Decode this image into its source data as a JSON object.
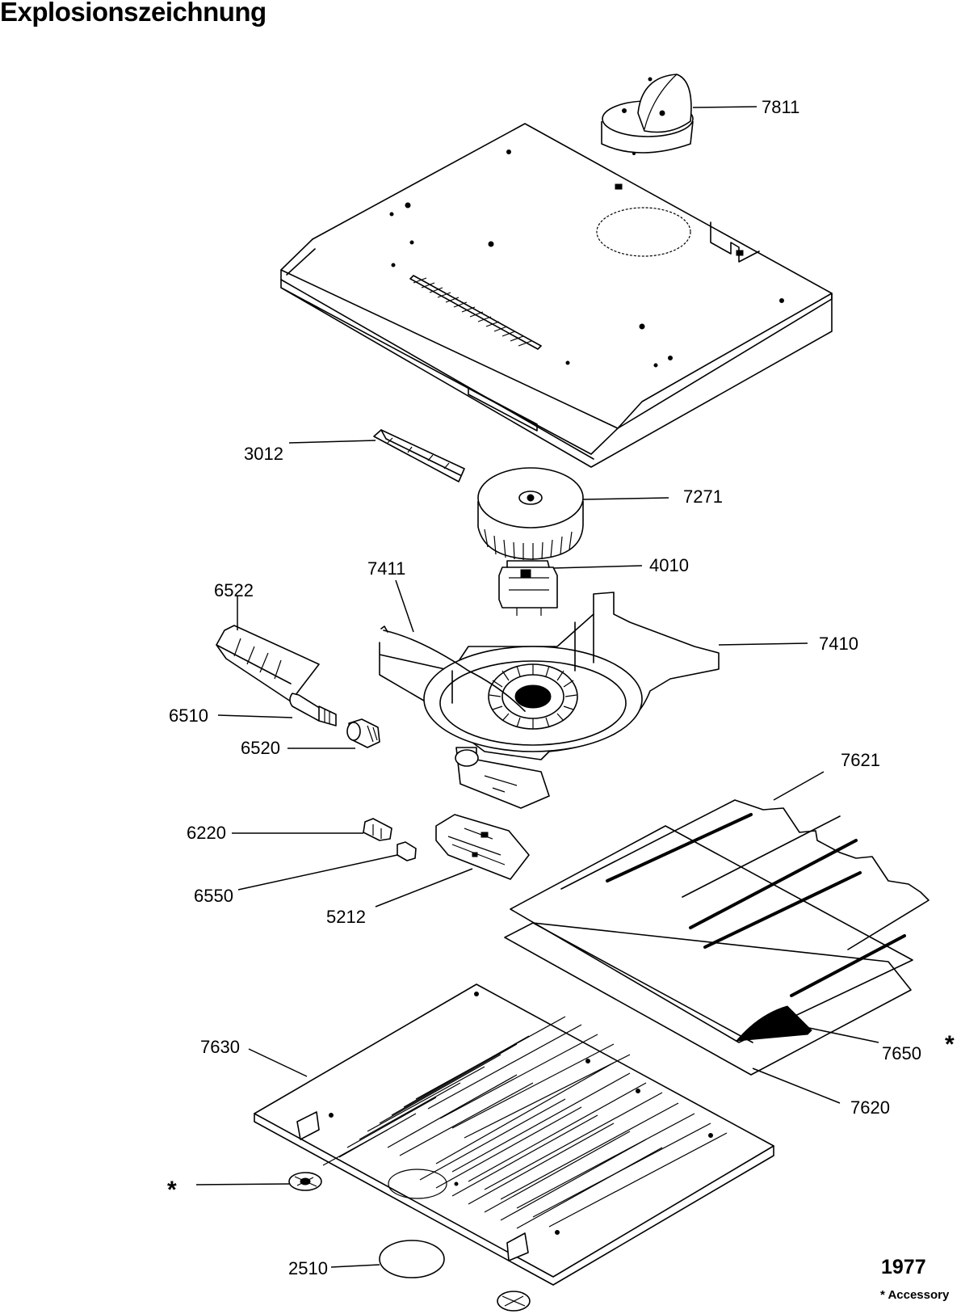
{
  "title": "Explosionszeichnung",
  "parts": [
    {
      "id": "p7811",
      "label": "7811"
    },
    {
      "id": "p3012",
      "label": "3012"
    },
    {
      "id": "p7271",
      "label": "7271"
    },
    {
      "id": "p7411",
      "label": "7411"
    },
    {
      "id": "p4010",
      "label": "4010"
    },
    {
      "id": "p6522",
      "label": "6522"
    },
    {
      "id": "p7410",
      "label": "7410"
    },
    {
      "id": "p6510",
      "label": "6510"
    },
    {
      "id": "p6520",
      "label": "6520"
    },
    {
      "id": "p7621",
      "label": "7621"
    },
    {
      "id": "p6220",
      "label": "6220"
    },
    {
      "id": "p6550",
      "label": "6550"
    },
    {
      "id": "p5212",
      "label": "5212"
    },
    {
      "id": "p7630",
      "label": "7630"
    },
    {
      "id": "p7650",
      "label": "7650"
    },
    {
      "id": "p7620",
      "label": "7620"
    },
    {
      "id": "p2510",
      "label": "2510"
    }
  ],
  "accessory_marks": {
    "p7650": "*",
    "left_part": "*"
  },
  "footer": {
    "code": "1977",
    "note": "* Accessory"
  }
}
